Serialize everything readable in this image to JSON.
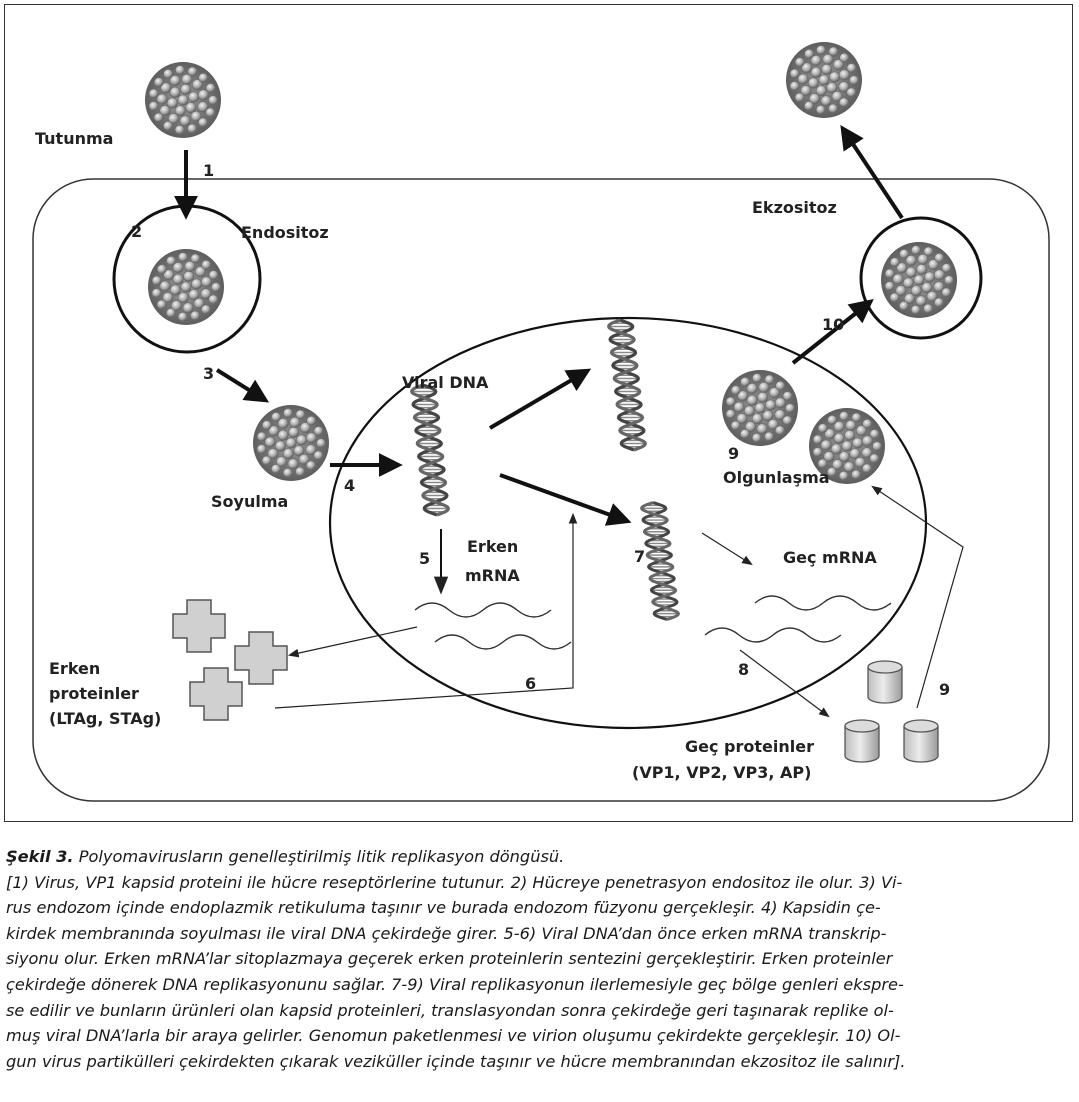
{
  "diagram": {
    "labels": {
      "tutunma": "Tutunma",
      "endositoz": "Endositoz",
      "soyulma": "Soyulma",
      "viral_dna": "Viral DNA",
      "erken_mrna_1": "Erken",
      "erken_mrna_2": "mRNA",
      "gec_mrna": "Geç mRNA",
      "erken_proteinler_1": "Erken",
      "erken_proteinler_2": "proteinler",
      "erken_proteinler_3": "(LTAg, STAg)",
      "gec_proteinler_1": "Geç proteinler",
      "gec_proteinler_2": "(VP1, VP2, VP3, AP)",
      "olgunlasma": "Olgunlaşma",
      "ekzositoz": "Ekzositoz"
    },
    "step_numbers": {
      "s1": "1",
      "s2": "2",
      "s3": "3",
      "s4": "4",
      "s5": "5",
      "s6": "6",
      "s7": "7",
      "s8": "8",
      "s9a": "9",
      "s9b": "9",
      "s10": "10"
    }
  },
  "caption": {
    "title_bold": "Şekil 3.",
    "title_rest": " Polyomavirusların genelleştirilmiş litik replikasyon döngüsü.",
    "lines": [
      "[1) Virus, VP1 kapsid proteini ile hücre reseptörlerine tutunur. 2) Hücreye penetrasyon endositoz ile olur. 3) Vi-",
      "rus endozom içinde endoplazmik retikuluma taşınır ve burada endozom füzyonu gerçekleşir. 4) Kapsidin çe-",
      "kirdek membranında soyulması ile viral DNA çekirdeğe girer. 5-6) Viral DNA’dan önce erken mRNA transkrip-",
      "siyonu olur. Erken mRNA’lar sitoplazmaya geçerek erken proteinlerin sentezini gerçekleştirir. Erken proteinler",
      "çekirdeğe dönerek DNA replikasyonunu sağlar. 7-9) Viral replikasyonun ilerlemesiyle geç bölge genleri ekspre-",
      "se edilir ve bunların ürünleri olan kapsid proteinleri, translasyondan sonra çekirdeğe geri taşınarak replike ol-",
      "muş viral DNA’larla bir araya gelirler. Genomun paketlenmesi ve virion oluşumu çekirdekte gerçekleşir. 10) Ol-",
      "gun virus partikülleri çekirdekten çıkarak veziküller içinde taşınır ve hücre membranından ekzositoz ile salınır]."
    ]
  }
}
